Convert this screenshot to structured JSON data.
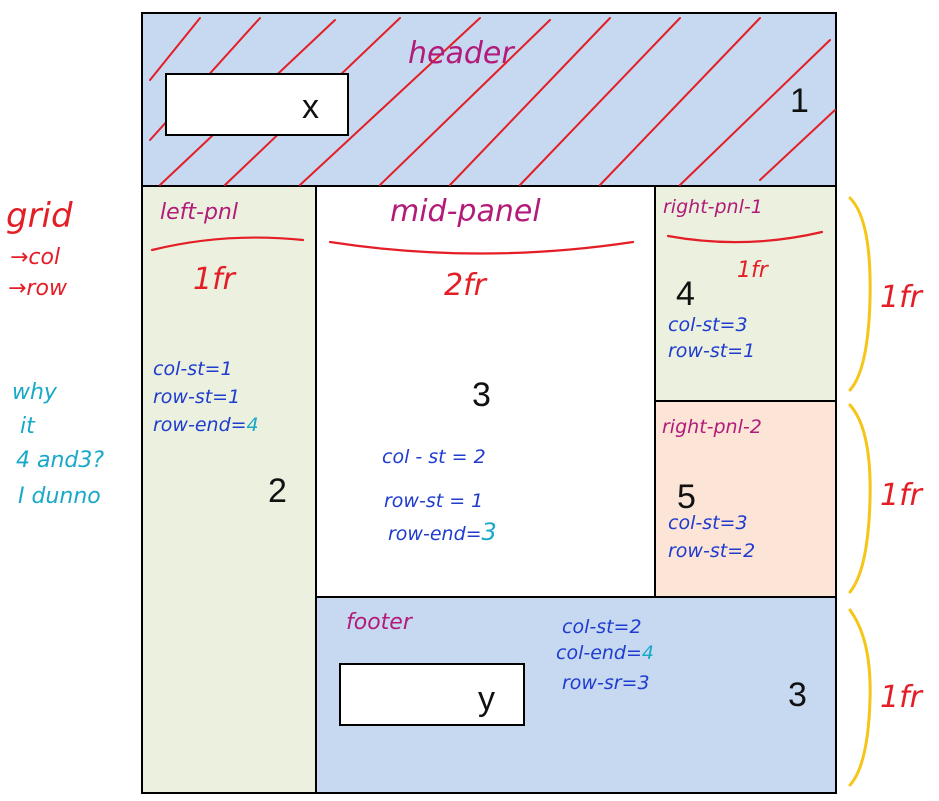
{
  "panels": {
    "header": {
      "label": "header",
      "number": "1",
      "box_text": "x"
    },
    "left": {
      "label": "left-pnl",
      "size": "1fr",
      "number": "2",
      "notes": [
        "col-st=1",
        "row-st=1",
        "row-end="
      ],
      "note_end": "4"
    },
    "mid": {
      "label": "mid-panel",
      "size": "2fr",
      "number": "3",
      "notes": [
        "col - st = 2",
        "row-st = 1",
        "row-end="
      ],
      "note_end": "3"
    },
    "right1": {
      "label": "right-pnl-1",
      "size": "1fr",
      "number": "4",
      "notes": [
        "col-st=3",
        "row-st=1"
      ]
    },
    "right2": {
      "label": "right-pnl-2",
      "number": "5",
      "notes": [
        "col-st=3",
        "row-st=2"
      ]
    },
    "footer": {
      "label": "footer",
      "number": "3",
      "box_text": "y",
      "notes": [
        "col-st=2",
        "col-end=",
        "row-sr=3"
      ],
      "note_end": "4"
    }
  },
  "side_notes": {
    "grid": [
      "grid",
      "→col",
      "→row"
    ],
    "question": [
      "why",
      "it",
      "4 and3?",
      "I dunno"
    ]
  },
  "row_sizes": [
    "1fr",
    "1fr",
    "1fr"
  ],
  "colors": {
    "header_bg": "#c6d9f0",
    "left_bg": "#ebf1de",
    "right2_bg": "#fce4d6",
    "ink_red": "#e41e26",
    "ink_magenta": "#b21b7a",
    "ink_blue": "#1f3ccf",
    "ink_teal": "#18a9c8",
    "ink_yellow": "#f5c518"
  }
}
